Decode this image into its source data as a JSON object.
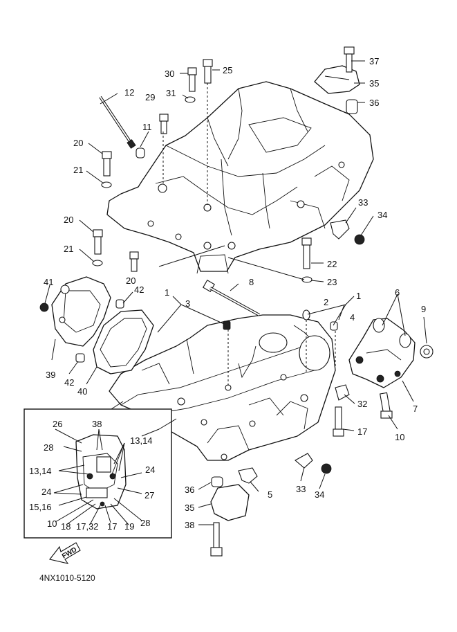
{
  "drawing_code": "4NX1010-5120",
  "direction_marker": "FWD",
  "callouts": [
    {
      "key": "c37",
      "text": "37"
    },
    {
      "key": "c35a",
      "text": "35"
    },
    {
      "key": "c36a",
      "text": "36"
    },
    {
      "key": "c30",
      "text": "30"
    },
    {
      "key": "c25",
      "text": "25"
    },
    {
      "key": "c31",
      "text": "31"
    },
    {
      "key": "c12",
      "text": "12"
    },
    {
      "key": "c29",
      "text": "29"
    },
    {
      "key": "c11",
      "text": "11"
    },
    {
      "key": "c20a",
      "text": "20"
    },
    {
      "key": "c21a",
      "text": "21"
    },
    {
      "key": "c20b",
      "text": "20"
    },
    {
      "key": "c21b",
      "text": "21"
    },
    {
      "key": "c20c",
      "text": "20"
    },
    {
      "key": "c33a",
      "text": "33"
    },
    {
      "key": "c34a",
      "text": "34"
    },
    {
      "key": "c22",
      "text": "22"
    },
    {
      "key": "c23",
      "text": "23"
    },
    {
      "key": "c41",
      "text": "41"
    },
    {
      "key": "c42a",
      "text": "42"
    },
    {
      "key": "c1a",
      "text": "1"
    },
    {
      "key": "c3",
      "text": "3"
    },
    {
      "key": "c8",
      "text": "8"
    },
    {
      "key": "c2",
      "text": "2"
    },
    {
      "key": "c1b",
      "text": "1"
    },
    {
      "key": "c4",
      "text": "4"
    },
    {
      "key": "c6",
      "text": "6"
    },
    {
      "key": "c9",
      "text": "9"
    },
    {
      "key": "c39",
      "text": "39"
    },
    {
      "key": "c42b",
      "text": "42"
    },
    {
      "key": "c40",
      "text": "40"
    },
    {
      "key": "c7",
      "text": "7"
    },
    {
      "key": "c32",
      "text": "32"
    },
    {
      "key": "c17a",
      "text": "17"
    },
    {
      "key": "c10a",
      "text": "10"
    },
    {
      "key": "c26",
      "text": "26"
    },
    {
      "key": "c38a",
      "text": "38"
    },
    {
      "key": "c28a",
      "text": "28"
    },
    {
      "key": "c13_14a",
      "text": "13,14"
    },
    {
      "key": "c13_14b",
      "text": "13,14"
    },
    {
      "key": "c24a",
      "text": "24"
    },
    {
      "key": "c24b",
      "text": "24"
    },
    {
      "key": "c27",
      "text": "27"
    },
    {
      "key": "c15_16",
      "text": "15,16"
    },
    {
      "key": "c10b",
      "text": "10"
    },
    {
      "key": "c18",
      "text": "18"
    },
    {
      "key": "c17_32",
      "text": "17,32"
    },
    {
      "key": "c17b",
      "text": "17"
    },
    {
      "key": "c19",
      "text": "19"
    },
    {
      "key": "c28b",
      "text": "28"
    },
    {
      "key": "c36b",
      "text": "36"
    },
    {
      "key": "c5",
      "text": "5"
    },
    {
      "key": "c33b",
      "text": "33"
    },
    {
      "key": "c34b",
      "text": "34"
    },
    {
      "key": "c35b",
      "text": "35"
    },
    {
      "key": "c38b",
      "text": "38"
    }
  ]
}
